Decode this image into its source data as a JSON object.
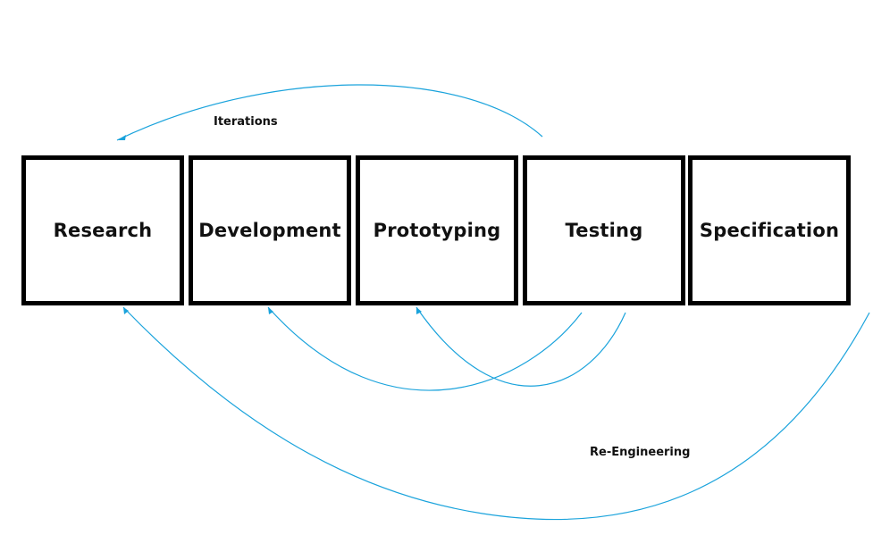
{
  "diagram": {
    "stages": [
      {
        "label": "Research"
      },
      {
        "label": "Development"
      },
      {
        "label": "Prototyping"
      },
      {
        "label": "Testing"
      },
      {
        "label": "Specification"
      }
    ],
    "labels": {
      "iterations": "Iterations",
      "re_engineering": "Re-Engineering"
    },
    "colors": {
      "arrow": "#1aa3dc",
      "box_border": "#000000",
      "text": "#111111"
    }
  }
}
